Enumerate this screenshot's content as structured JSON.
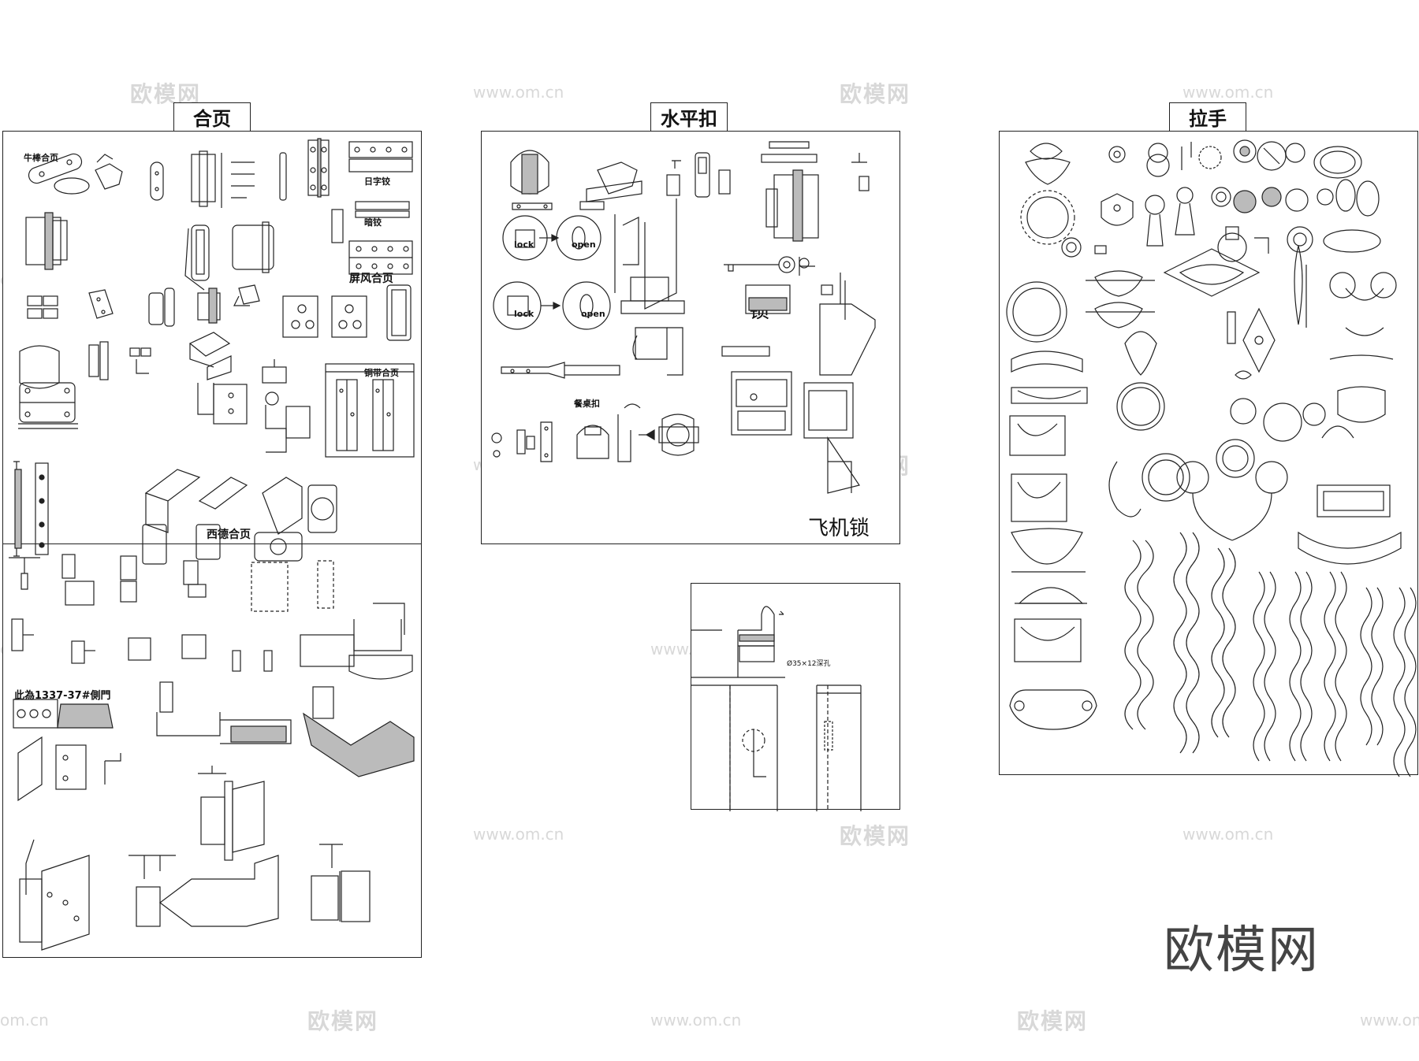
{
  "panels": {
    "hinge": {
      "title": "合页"
    },
    "latch": {
      "title": "水平扣"
    },
    "handle": {
      "title": "拉手"
    }
  },
  "labels": {
    "hinge_top": "牛棒合页",
    "hinge_rizi": "日字铰",
    "hinge_an": "暗铰",
    "hinge_screen": "屏风合页",
    "hinge_copper": "铜带合页",
    "hinge_xide": "西德合页",
    "hinge_note": "此為1337-37#側門",
    "latch_lock1": "lock",
    "latch_open1": "open",
    "latch_lock2": "lock",
    "latch_open2": "open",
    "latch_table": "餐桌扣",
    "latch_suo": "锁",
    "latch_plane": "飞机锁",
    "detail_note": "Ø35×12深孔"
  },
  "watermarks": {
    "cn": "欧模网",
    "url": "www.om.cn",
    "url_short": "om.cn"
  },
  "brand": "欧模网",
  "icons": [
    "hinge-icon",
    "latch-icon",
    "lock-icon",
    "handle-icon",
    "ring-pull-icon",
    "knob-icon",
    "ornament-icon"
  ]
}
